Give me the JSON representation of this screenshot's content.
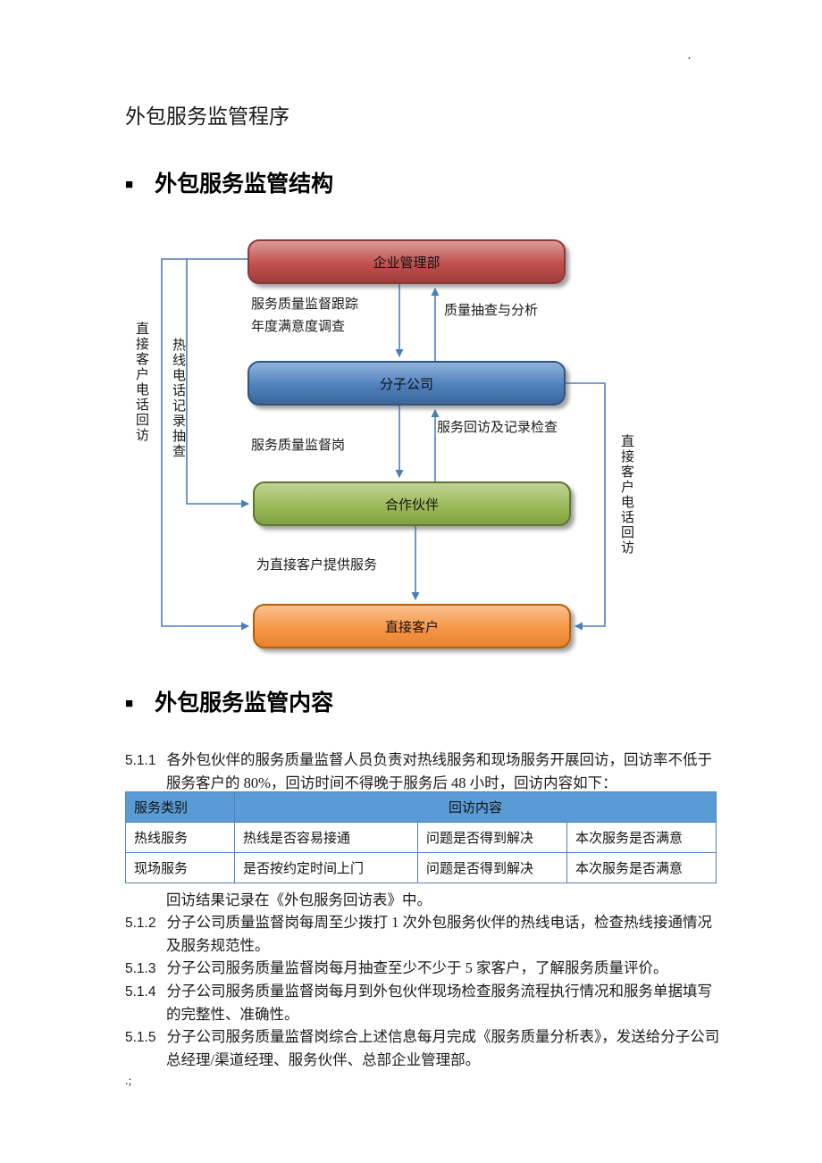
{
  "page": {
    "corner_mark": "·",
    "footer_mark": ".;"
  },
  "title": "外包服务监管程序",
  "sections": {
    "structure": {
      "bullet": "■",
      "heading": "外包服务监管结构"
    },
    "content": {
      "bullet": "■",
      "heading": "外包服务监管内容"
    }
  },
  "diagram": {
    "nodes": {
      "enterprise": {
        "label": "企业管理部"
      },
      "subsidiary": {
        "label": "分子公司"
      },
      "partner": {
        "label": "合作伙伴"
      },
      "customer": {
        "label": "直接客户"
      }
    },
    "edge_labels": {
      "quality_tracking_line1": "服务质量监督跟踪",
      "quality_tracking_line2": "年度满意度调查",
      "quality_sampling": "质量抽查与分析",
      "quality_post": "服务质量监督岗",
      "service_callback_check": "服务回访及记录检查",
      "provide_service": "为直接客户提供服务",
      "left_customer_callback": "直接客户电话回访",
      "hotline_record_check": "热线电话记录抽查",
      "right_customer_callback": "直接客户电话回访"
    },
    "colors": {
      "enterprise": "#C0504D",
      "subsidiary": "#4F81BD",
      "partner": "#9BBB59",
      "customer": "#F79646",
      "connector": "#4A7EBB"
    }
  },
  "content": {
    "items": [
      {
        "num": "5.1.1",
        "text": "各外包伙伴的服务质量监督人员负责对热线服务和现场服务开展回访，回访率不低于服务客户的 80%，回访时间不得晚于服务后 48 小时，回访内容如下："
      },
      {
        "num": "5.1.2",
        "text": "分子公司质量监督岗每周至少拨打 1 次外包服务伙伴的热线电话，检查热线接通情况及服务规范性。"
      },
      {
        "num": "5.1.3",
        "text": "分子公司服务质量监督岗每月抽查至少不少于 5 家客户，了解服务质量评价。"
      },
      {
        "num": "5.1.4",
        "text": "分子公司服务质量监督岗每月到外包伙伴现场检查服务流程执行情况和服务单据填写的完整性、准确性。"
      },
      {
        "num": "5.1.5",
        "text": "分子公司服务质量监督岗综合上述信息每月完成《服务质量分析表》，发送给分子公司总经理/渠道经理、服务伙伴、总部企业管理部。"
      }
    ],
    "table_note": "回访结果记录在《外包服务回访表》中。",
    "table": {
      "header": {
        "col1": "服务类别",
        "col2": "回访内容"
      },
      "rows": [
        [
          "热线服务",
          "热线是否容易接通",
          "问题是否得到解决",
          "本次服务是否满意"
        ],
        [
          "现场服务",
          "是否按约定时间上门",
          "问题是否得到解决",
          "本次服务是否满意"
        ]
      ],
      "header_bg": "#5B9BD5",
      "border_color": "#4F81BD"
    }
  }
}
